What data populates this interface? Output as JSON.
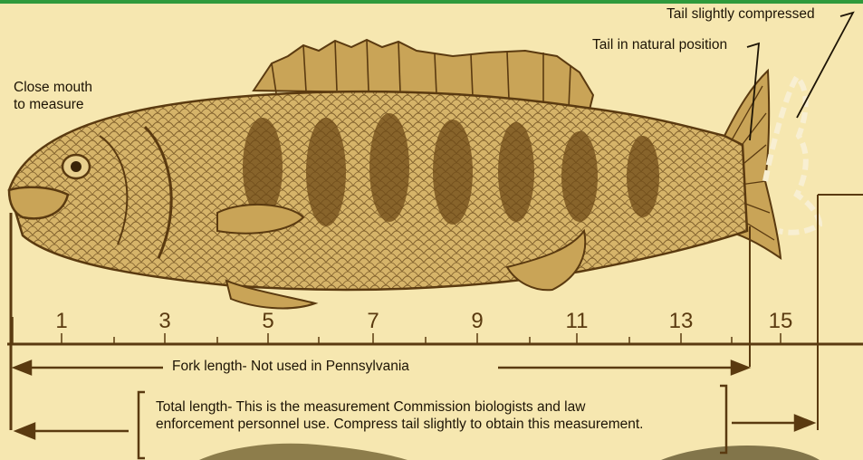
{
  "labels": {
    "mouth_line1": "Close mouth",
    "mouth_line2": "to measure",
    "tail_natural": "Tail in natural position",
    "tail_compressed": "Tail slightly compressed",
    "fork_length": "Fork length- Not used in Pennsylvania",
    "total_line1": "Total length- This is the measurement Commission biologists and law",
    "total_line2": "enforcement personnel use. Compress tail slightly to obtain this measurement."
  },
  "ruler": {
    "numbers": [
      "1",
      "3",
      "5",
      "7",
      "9",
      "11",
      "13",
      "15"
    ]
  },
  "colors": {
    "background": "#f6e7b0",
    "ink": "#5a3a10",
    "top_border": "#2f9a3c",
    "text": "#1d1405"
  }
}
